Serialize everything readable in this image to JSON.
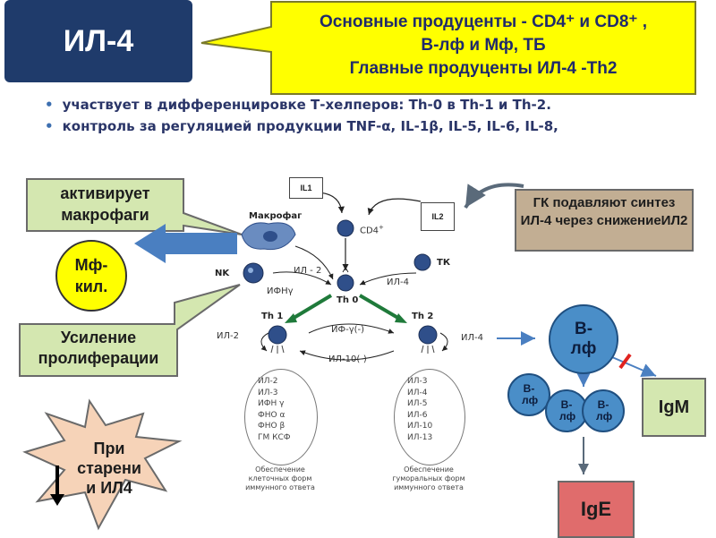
{
  "title": "ИЛ-4",
  "producers_callout": {
    "line1": "Основные продуценты  - CD4⁺ и CD8⁺ ,",
    "line2": "В-лф и Мф, ТБ",
    "line3": "Главные продуценты ИЛ-4 -Th2"
  },
  "bullets": [
    "участвует в дифференцировке Т-хелперов: Th-0 в Th-1 и Th-2.",
    "контроль за регуляцией продукции TNF-α, IL-1β, IL-5, IL-6, IL-8,"
  ],
  "activates_macrophages": "активирует макрофаги",
  "gk_callout": "ГК подавляют синтез ИЛ-4 через снижениеИЛ2",
  "mf_kil": "Мф-кил.",
  "proliferation": "Усиление пролиферации",
  "aging": "При старени и ИЛ4",
  "diagram": {
    "il1": "IL1",
    "il2_box": "IL2",
    "macrophage": "Макрофаг",
    "cd4": "CD4",
    "nk": "NK",
    "tk": "ТК",
    "il2_arrow": "ИЛ - 2",
    "ifn_gamma": "ИФНγ",
    "il4_arrow": "ИЛ-4",
    "th0": "Th 0",
    "th1": "Th 1",
    "th2": "Th 2",
    "il2_left": "ИЛ-2",
    "il4_right": "ИЛ-4",
    "ifn_neg": "ИФ-γ(-)",
    "il10_neg": "ИЛ-10(-)",
    "th1_products": [
      "ИЛ-2",
      "ИЛ-3",
      "ИФН γ",
      "ФНО α",
      "ФНО β",
      "ГМ КСФ"
    ],
    "th2_products": [
      "ИЛ-3",
      "ИЛ-4",
      "ИЛ-5",
      "ИЛ-6",
      "ИЛ-10",
      "ИЛ-13"
    ],
    "th1_caption": "Обеспечение клеточных форм иммунного ответа",
    "th2_caption": "Обеспечение гуморальных форм иммунного ответа"
  },
  "b_cell_main": "В-лф",
  "b_cells": [
    "В-лф",
    "В-лф",
    "В-лф"
  ],
  "igm": "IgM",
  "ige": "IgE",
  "colors": {
    "title_bg": "#1f3b6b",
    "callout_yellow": "#ffff00",
    "green_box": "#d4e7b0",
    "tan_box": "#c2ae93",
    "blue_cell": "#4a8ec8",
    "ige_red": "#e06c6c",
    "arrow_blue": "#4a7fc1",
    "th_arrow_green": "#1f7a3a",
    "inhibit_red": "#e0231f"
  }
}
